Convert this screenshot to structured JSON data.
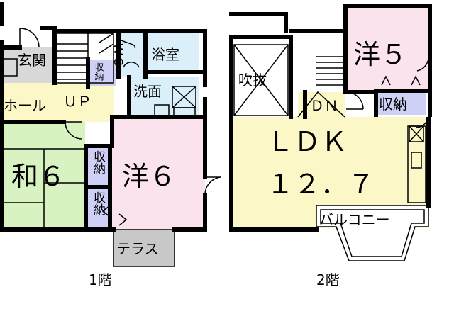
{
  "floor1": {
    "caption": "1階",
    "rooms": {
      "entrance": "玄関",
      "hall": "ホール",
      "up": "ＵＰ",
      "wc": "ＷＣ",
      "bath": "浴室",
      "washroom": "洗面",
      "stair_storage": "収納",
      "japanese_room": "和６",
      "western_room": "洋６",
      "storage_upper": "収納",
      "storage_lower": "収納",
      "terrace": "テラス"
    }
  },
  "floor2": {
    "caption": "2階",
    "rooms": {
      "void": "吹抜",
      "dn": "ＤＮ",
      "western_room": "洋５",
      "storage": "収納",
      "ldk": "ＬＤＫ",
      "ldk_size": "１２．７",
      "balcony": "バルコニー"
    }
  },
  "colors": {
    "hall_yellow": "#fbf7c6",
    "tatami_green": "#d9f2c2",
    "bedroom_pink": "#fbe3ee",
    "storage_lavender": "#cfd0f5",
    "bath_blue": "#dbeffb",
    "terrace_gray": "#c8c8c8",
    "entrance_gray": "#d8d8d8"
  }
}
